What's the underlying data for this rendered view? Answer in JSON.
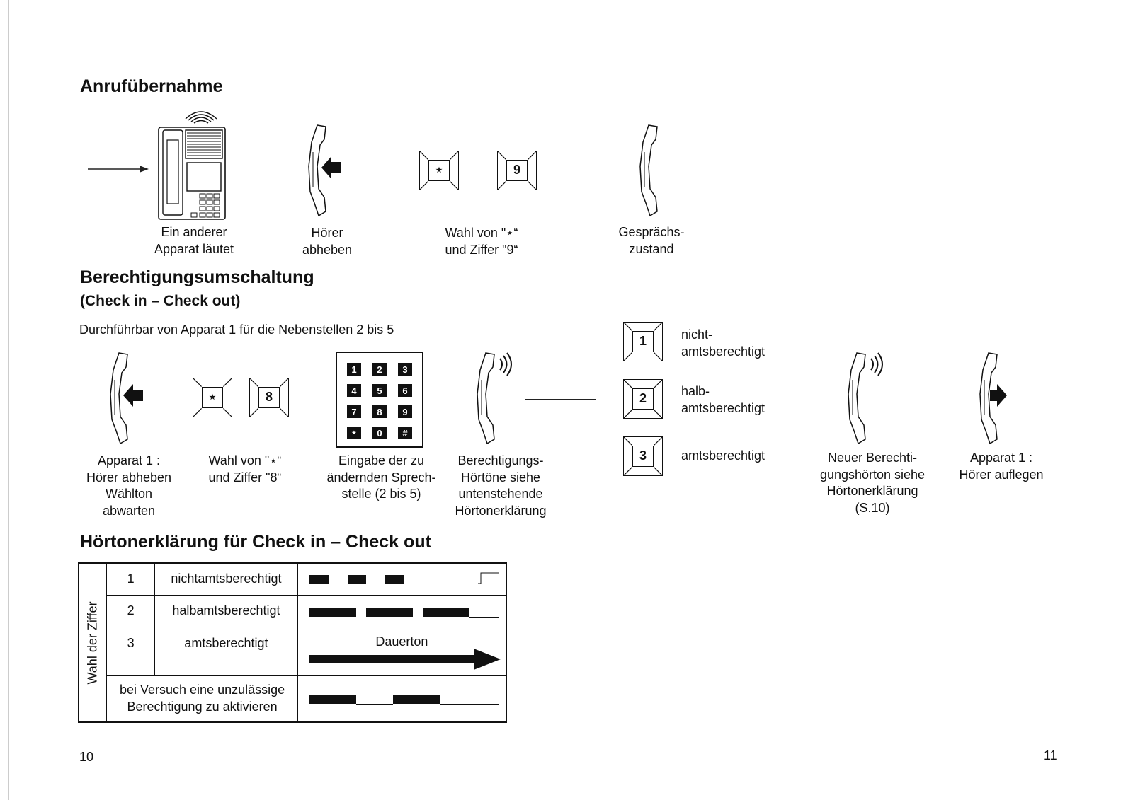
{
  "section1": {
    "title": "Anrufübernahme",
    "captions": {
      "phone_rings": "Ein anderer\nApparat läutet",
      "lift": "Hörer\nabheben",
      "dial": "Wahl von \"⋆“\nund Ziffer \"9“",
      "talk": "Gesprächs-\nzustand"
    },
    "key_star": "⋆",
    "key_digit": "9"
  },
  "section2": {
    "title": "Berechtigungsumschaltung",
    "subtitle": "(Check in – Check out)",
    "intro": "Durchführbar von Apparat 1 für die Nebenstellen 2 bis 5",
    "captions": {
      "lift": "Apparat 1 :\nHörer abheben\nWählton\nabwarten",
      "dial": "Wahl von \"⋆“\nund Ziffer \"8“",
      "enter": "Eingabe der zu\nändernden Sprech-\nstelle (2 bis 5)",
      "tones": "Berechtigungs-\nHörtöne siehe\nuntenstehende\nHörtonerklärung",
      "new_tone": "Neuer Berechti-\ngungshörton siehe\nHörtonerklärung\n(S.10)",
      "hangup": "Apparat 1 :\nHörer auflegen"
    },
    "key_star": "⋆",
    "key_digit": "8",
    "keypad": [
      "1",
      "2",
      "3",
      "4",
      "5",
      "6",
      "7",
      "8",
      "9",
      "⋆",
      "0",
      "#"
    ],
    "options": [
      {
        "key": "1",
        "label": "nicht-\namtsberechtigt"
      },
      {
        "key": "2",
        "label": "halb-\namtsberechtigt"
      },
      {
        "key": "3",
        "label": "amtsberechtigt"
      }
    ]
  },
  "section3": {
    "title": "Hörtonerklärung für Check in – Check out",
    "vertical_label": "Wahl der Ziffer",
    "rows": [
      {
        "digit": "1",
        "label": "nichtamtsberechtigt"
      },
      {
        "digit": "2",
        "label": "halbamtsberechtigt"
      },
      {
        "digit": "3",
        "label": "amtsberechtigt"
      }
    ],
    "continuous_label": "Dauerton",
    "invalid_label": "bei Versuch eine unzulässige\nBerechtigung zu aktivieren"
  },
  "page_numbers": {
    "left": "10",
    "right": "11"
  },
  "colors": {
    "ink": "#111111",
    "paper": "#ffffff"
  }
}
